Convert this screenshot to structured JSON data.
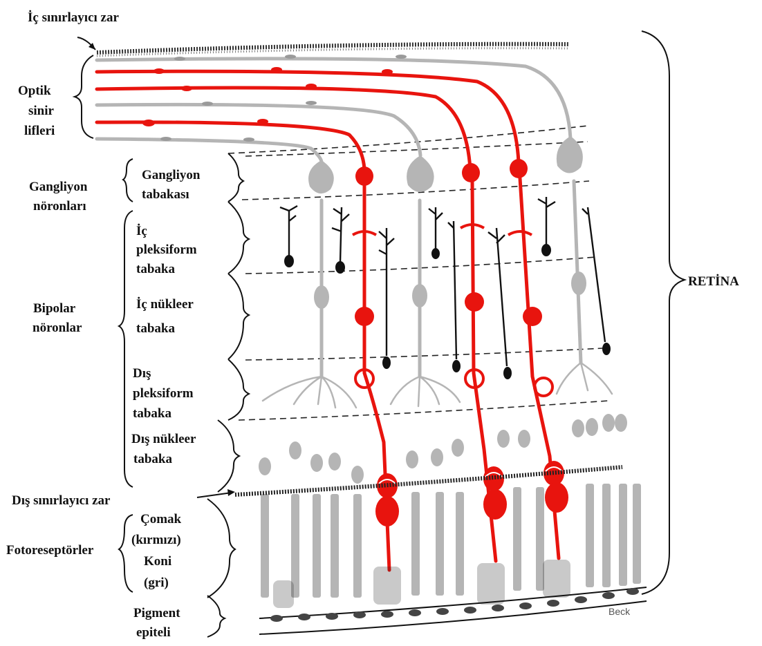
{
  "diagram": {
    "title_label": "RETİNA",
    "labels": {
      "inner_limiting_membrane": "İç sınırlayıcı zar",
      "optic_fibers": [
        "Optik",
        "sinir",
        "lifleri"
      ],
      "ganglion_neurons": [
        "Gangliyon",
        "nöronları"
      ],
      "ganglion_layer": [
        "Gangliyon",
        "tabakası"
      ],
      "inner_plexiform": [
        "İç",
        "pleksiform",
        "tabaka"
      ],
      "bipolar_neurons": [
        "Bipolar",
        "nöronlar"
      ],
      "inner_nuclear": [
        "İç nükleer",
        "tabaka"
      ],
      "outer_plexiform": [
        "Dış",
        "pleksiform",
        "tabaka"
      ],
      "outer_nuclear": [
        "Dış nükleer",
        "tabaka"
      ],
      "outer_limiting_membrane": "Dış sınırlayıcı zar",
      "photoreceptors": "Fotoreseptörler",
      "rod_cone": [
        "Çomak",
        "(kırmızı)",
        "Koni",
        "(gri)"
      ],
      "pigment_epithelium": [
        "Pigment",
        "epiteli"
      ],
      "credit": "Beck"
    },
    "colors": {
      "red_pathway": "#e8140e",
      "gray_pathway": "#b5b5b5",
      "ink": "#111111"
    }
  }
}
